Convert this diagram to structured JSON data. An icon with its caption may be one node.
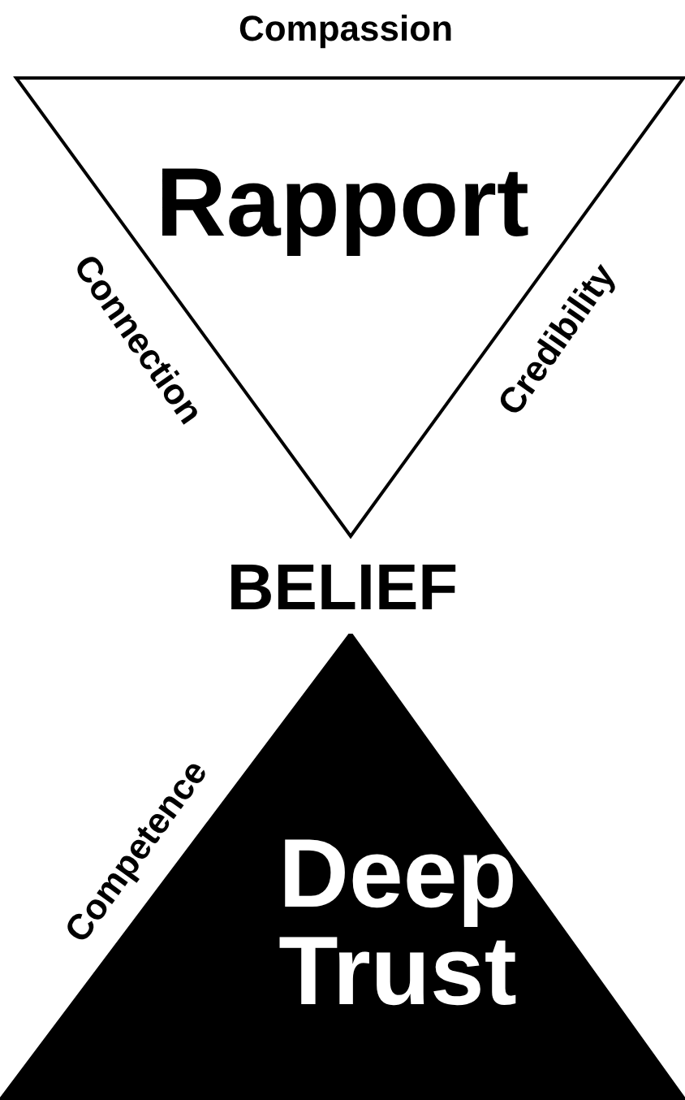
{
  "diagram": {
    "nodes": [
      {
        "text": [
          "Rapport"
        ],
        "beside": [
          "Compassion",
          "Connection",
          "Credibility"
        ]
      },
      {
        "text": [
          "Deep Trust"
        ],
        "beside": [
          "Competence"
        ]
      }
    ],
    "labels": [
      "BELIEF"
    ]
  }
}
